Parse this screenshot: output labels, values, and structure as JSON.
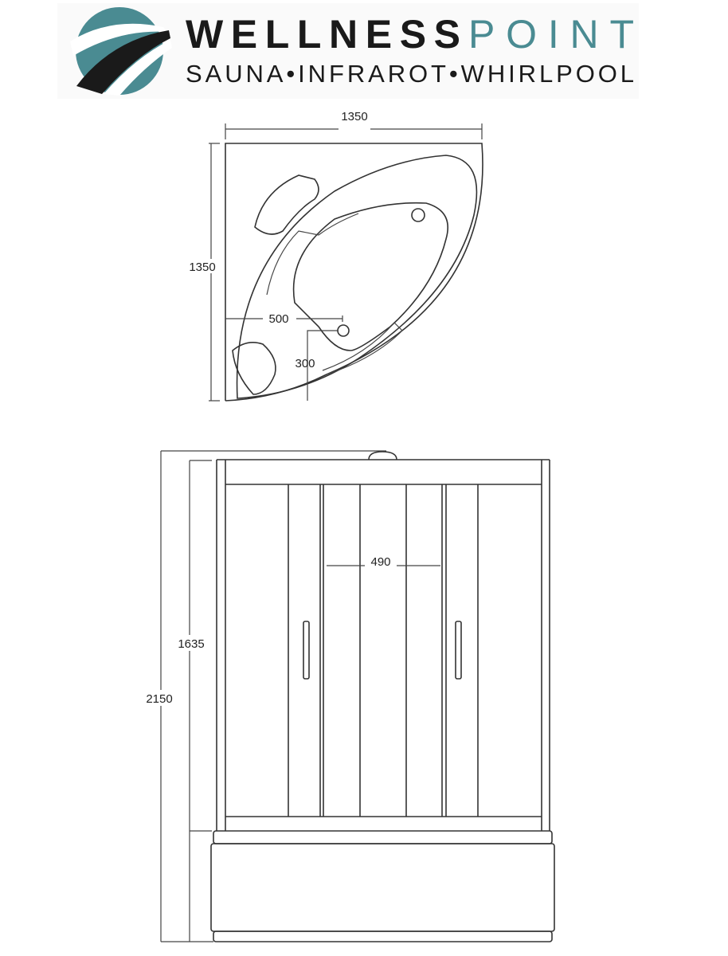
{
  "logo": {
    "brand_bold": "WELLNESS",
    "brand_light": "POINT",
    "tagline": "SAUNA•INFRAROT•WHIRLPOOL",
    "colors": {
      "teal": "#4a8b92",
      "dark": "#1a1a1a"
    }
  },
  "top_view": {
    "width_label": "1350",
    "depth_label": "1350",
    "drain_x_label": "500",
    "drain_y_label": "300"
  },
  "front_view": {
    "total_height_label": "2150",
    "cabin_height_label": "1635",
    "door_width_label": "490"
  }
}
